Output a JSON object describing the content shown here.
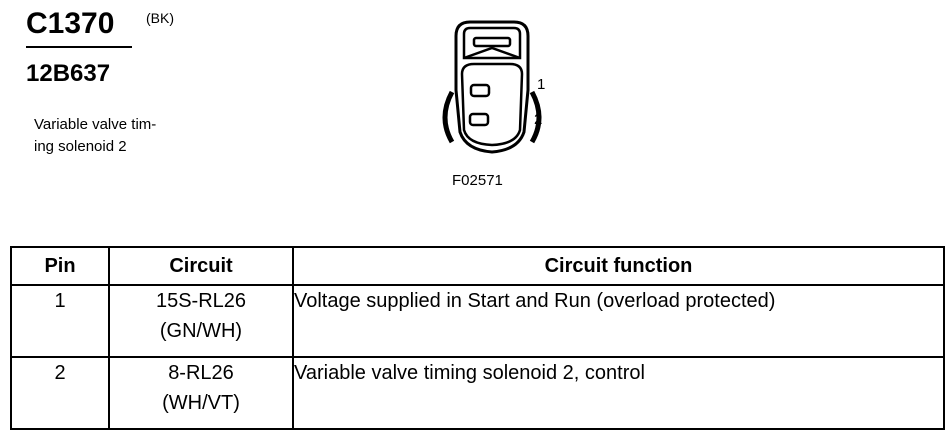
{
  "header": {
    "connector_id": "C1370",
    "color_code": "(BK)",
    "part_number": "12B637",
    "description_lines": [
      "Variable valve tim-",
      "ing solenoid 2"
    ]
  },
  "diagram": {
    "pin_labels": [
      "1",
      "2"
    ],
    "figure_id": "F02571"
  },
  "table": {
    "headers": [
      "Pin",
      "Circuit",
      "Circuit function"
    ],
    "rows": [
      {
        "pin": "1",
        "circuit": "15S-RL26",
        "circuit_color": "(GN/WH)",
        "function": "Voltage supplied in Start and Run (overload protected)"
      },
      {
        "pin": "2",
        "circuit": "8-RL26",
        "circuit_color": "(WH/VT)",
        "function": "Variable valve timing solenoid 2, control"
      }
    ]
  }
}
